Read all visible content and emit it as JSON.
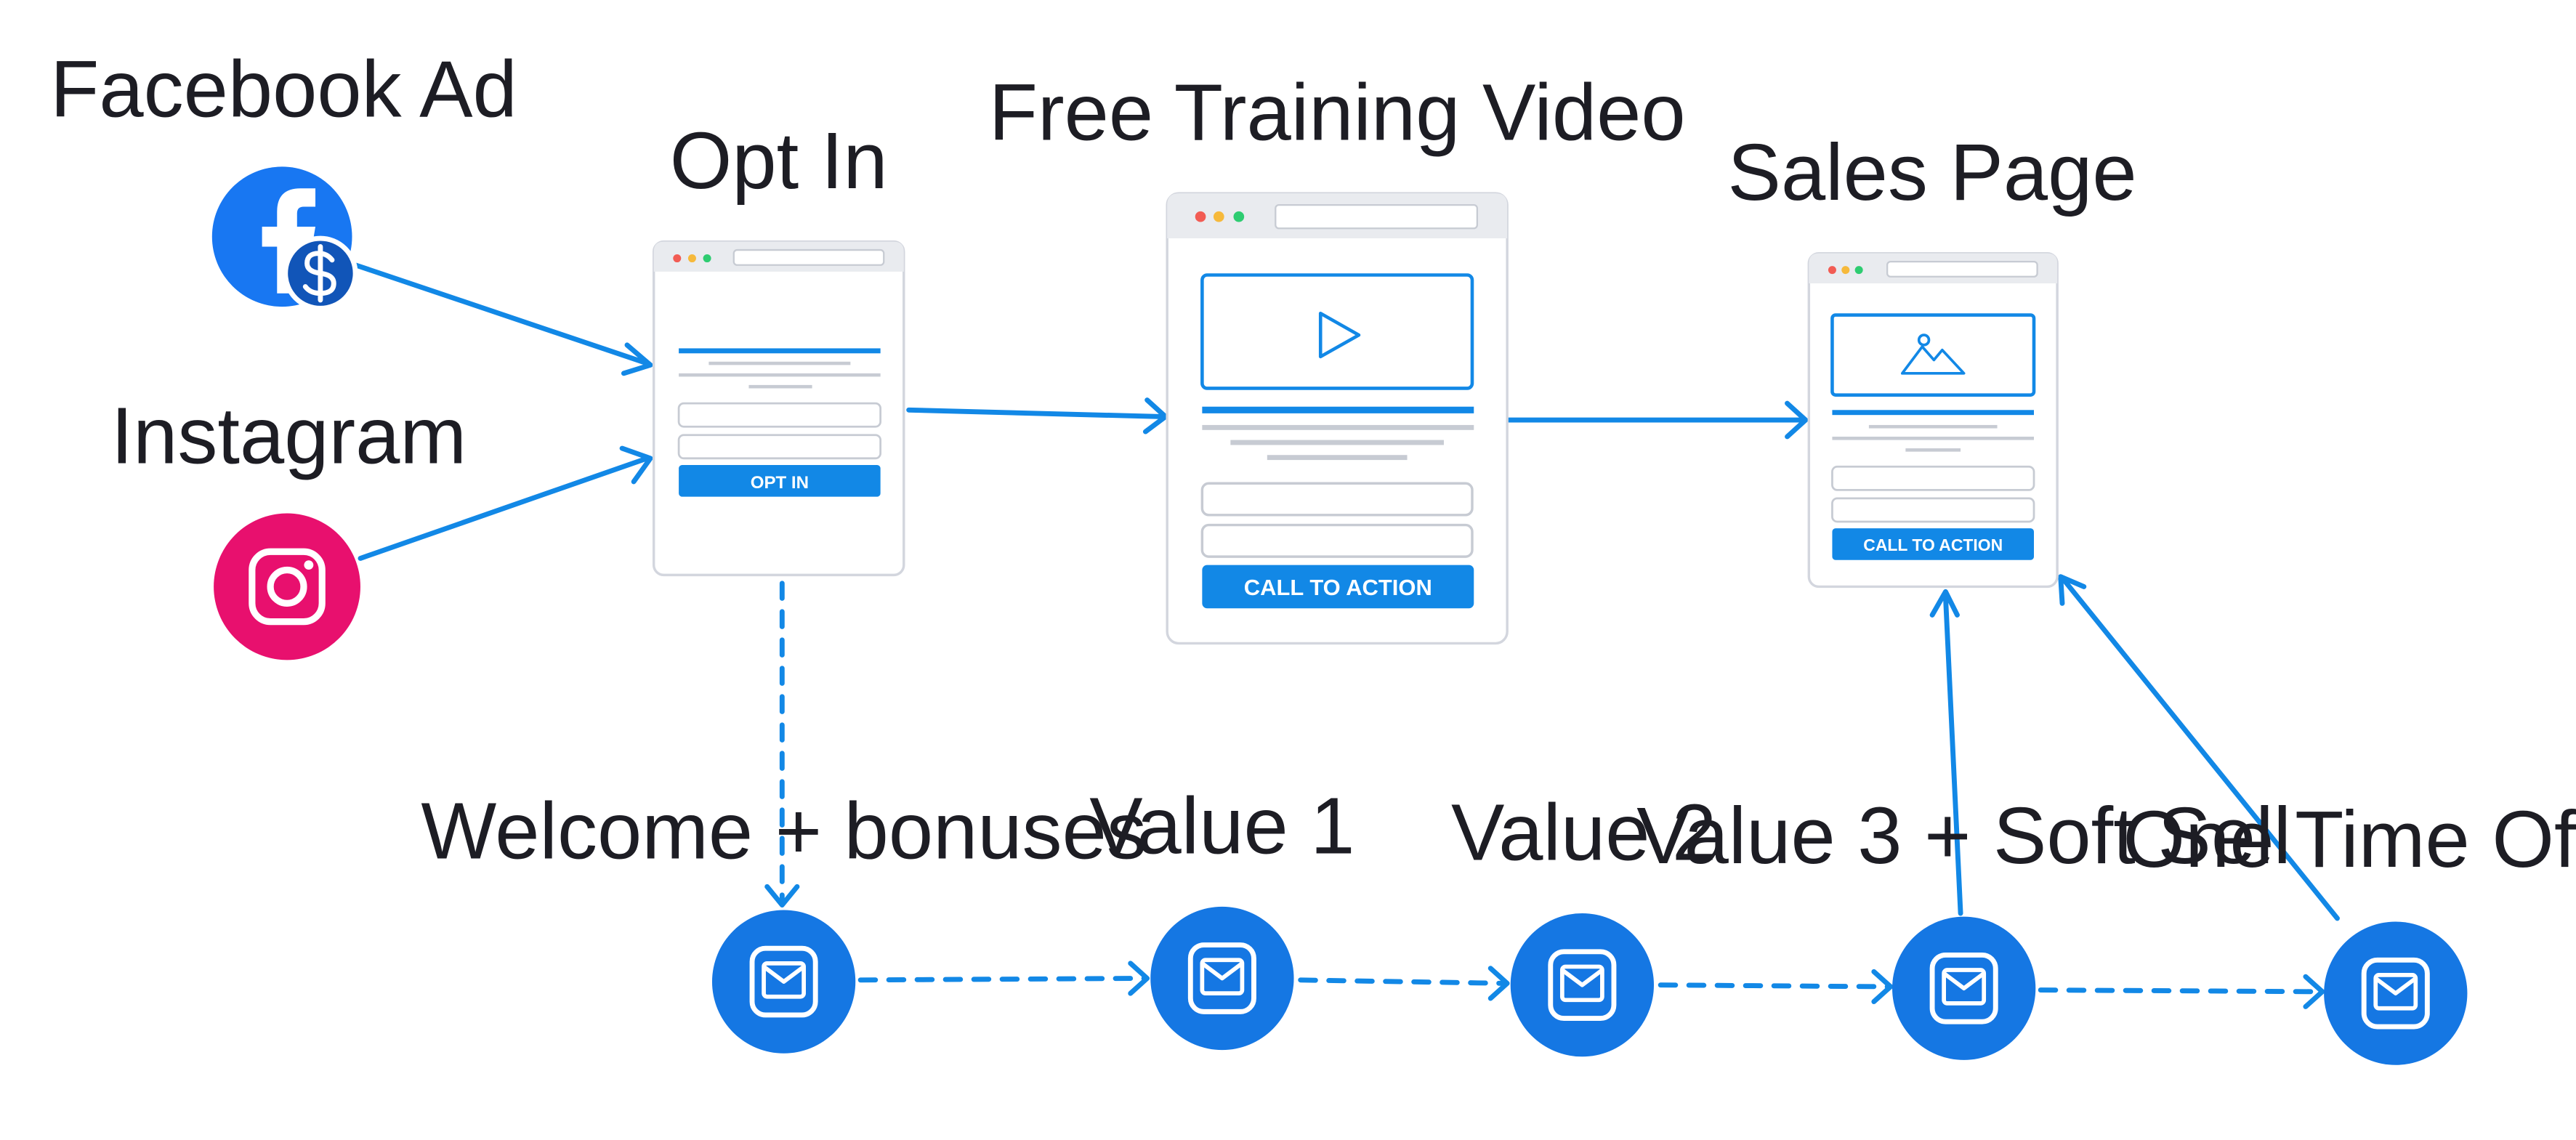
{
  "colors": {
    "accent": "#1288e6",
    "facebook": "#1877f2",
    "instagram": "#e8106e",
    "email": "#1577e3",
    "frame_border": "#d3d6de",
    "frame_bar": "#e9ebef",
    "placeholder_line": "#c7cbd3",
    "dot_red": "#f25c54",
    "dot_yellow": "#f6b93b",
    "dot_green": "#2ecc71"
  },
  "sources": {
    "facebook": {
      "label": "Facebook Ad",
      "icon": "facebook-ad-icon"
    },
    "instagram": {
      "label": "Instagram",
      "icon": "instagram-icon"
    }
  },
  "pages": {
    "optin": {
      "label": "Opt In",
      "button": "OPT IN"
    },
    "training": {
      "label": "Free Training Video",
      "button": "CALL TO ACTION",
      "media": "play-icon"
    },
    "sales": {
      "label": "Sales Page",
      "button": "CALL TO ACTION",
      "media": "image-icon"
    }
  },
  "emails": [
    {
      "label": "Welcome + bonuses",
      "icon": "mail-icon"
    },
    {
      "label": "Value 1",
      "icon": "mail-icon"
    },
    {
      "label": "Value 2",
      "icon": "mail-icon"
    },
    {
      "label": "Value 3 + Soft Sell",
      "icon": "mail-icon"
    },
    {
      "label": "One Time Offer",
      "icon": "mail-icon"
    }
  ]
}
